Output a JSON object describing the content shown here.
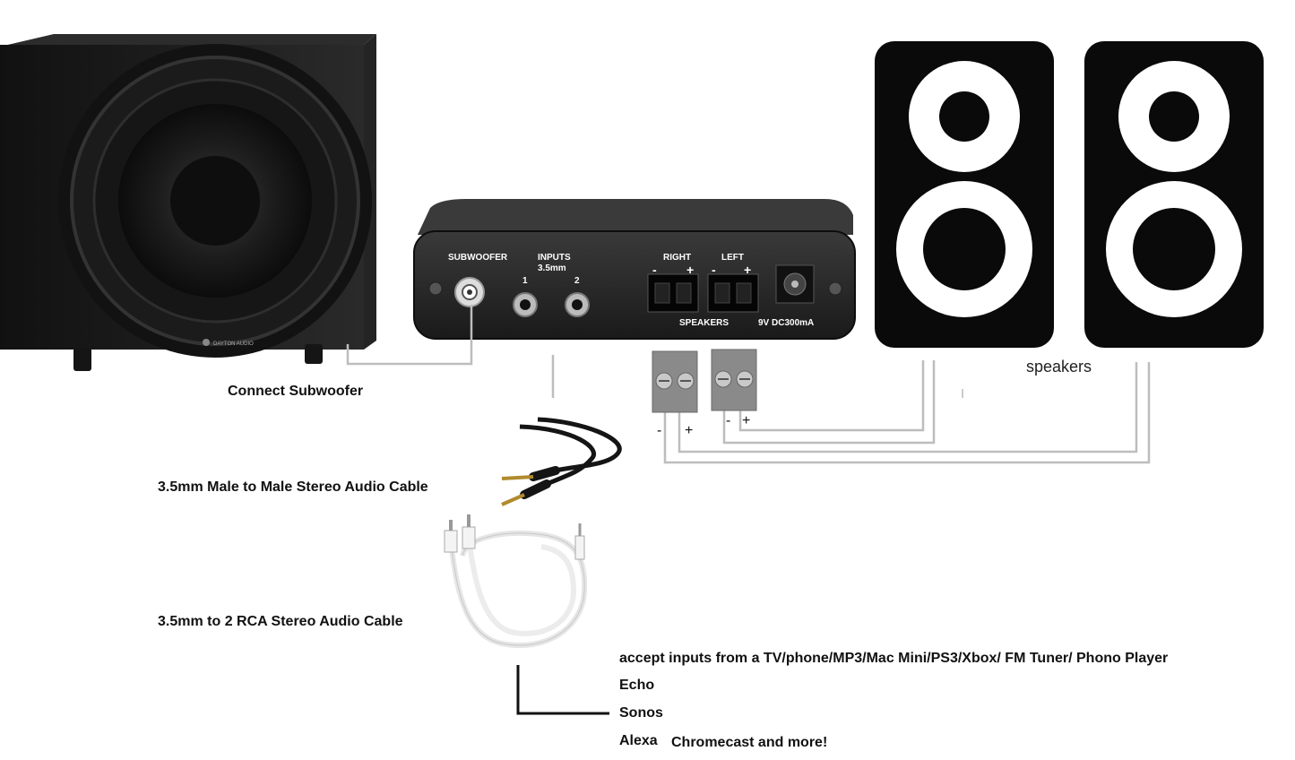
{
  "subwoofer": {
    "caption": "Connect Subwoofer",
    "brand": "DAYTON AUDIO"
  },
  "amplifier": {
    "subwoofer_label": "SUBWOOFER",
    "inputs_label": "INPUTS",
    "inputs_size": "3.5mm",
    "input_1": "1",
    "input_2": "2",
    "right_label": "RIGHT",
    "left_label": "LEFT",
    "minus": "-",
    "plus": "+",
    "speakers_label": "SPEAKERS",
    "power_label": "9V DC300mA"
  },
  "speakers": {
    "caption": "speakers"
  },
  "terminals": {
    "minus": "-",
    "plus": "+"
  },
  "cables": {
    "stereo_cable": "3.5mm Male to Male Stereo Audio Cable",
    "rca_cable": "3.5mm to 2 RCA Stereo Audio Cable"
  },
  "sources": {
    "line1": "accept inputs from a TV/phone/MP3/Mac Mini/PS3/Xbox/ FM Tuner/ Phono Player",
    "line2": "Echo",
    "line3": "Sonos",
    "line4": "Alexa",
    "line4b": "Chromecast and more!"
  },
  "colors": {
    "device": "#1f1f1f",
    "wire": "#bdbdbd",
    "terminal": "#8a8a8a",
    "speaker": "#0a0a0a"
  }
}
